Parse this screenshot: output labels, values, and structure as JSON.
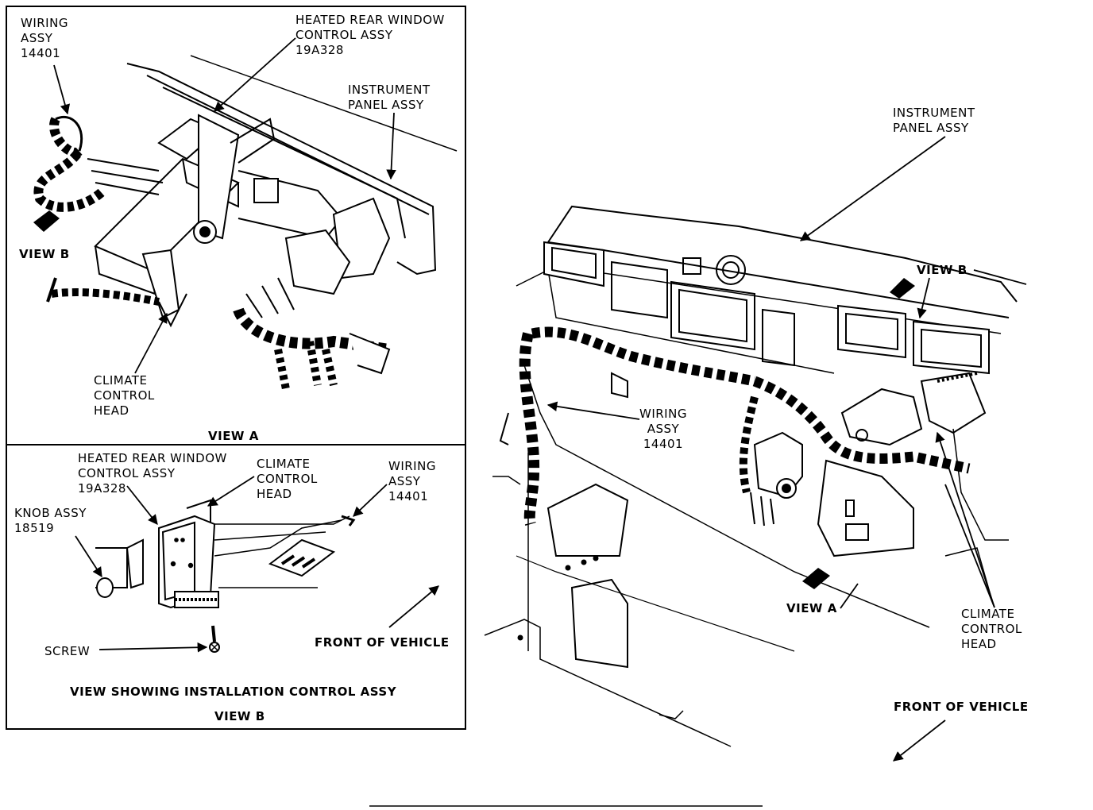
{
  "view_a": {
    "wiring_assy": "WIRING\nASSY\n14401",
    "heated_rear_window": "HEATED REAR WINDOW\nCONTROL ASSY\n19A328",
    "instrument_panel": "INSTRUMENT\nPANEL ASSY",
    "view_b_marker": "VIEW B",
    "climate_control_head": "CLIMATE\nCONTROL\nHEAD",
    "caption": "VIEW A"
  },
  "view_b": {
    "heated_rear_window": "HEATED REAR WINDOW\nCONTROL ASSY\n19A328",
    "climate_control_head": "CLIMATE\nCONTROL\nHEAD",
    "wiring_assy": "WIRING\nASSY\n14401",
    "knob_assy": "KNOB ASSY\n18519",
    "screw": "SCREW",
    "front_of_vehicle": "FRONT OF VEHICLE",
    "caption_line1": "VIEW SHOWING INSTALLATION CONTROL ASSY",
    "caption_line2": "VIEW B"
  },
  "main_view": {
    "instrument_panel": "INSTRUMENT\nPANEL ASSY",
    "view_b_marker": "VIEW B",
    "wiring_assy": "WIRING\nASSY\n14401",
    "view_a_marker": "VIEW A",
    "climate_control_head": "CLIMATE\nCONTROL\nHEAD",
    "front_of_vehicle": "FRONT OF VEHICLE"
  }
}
